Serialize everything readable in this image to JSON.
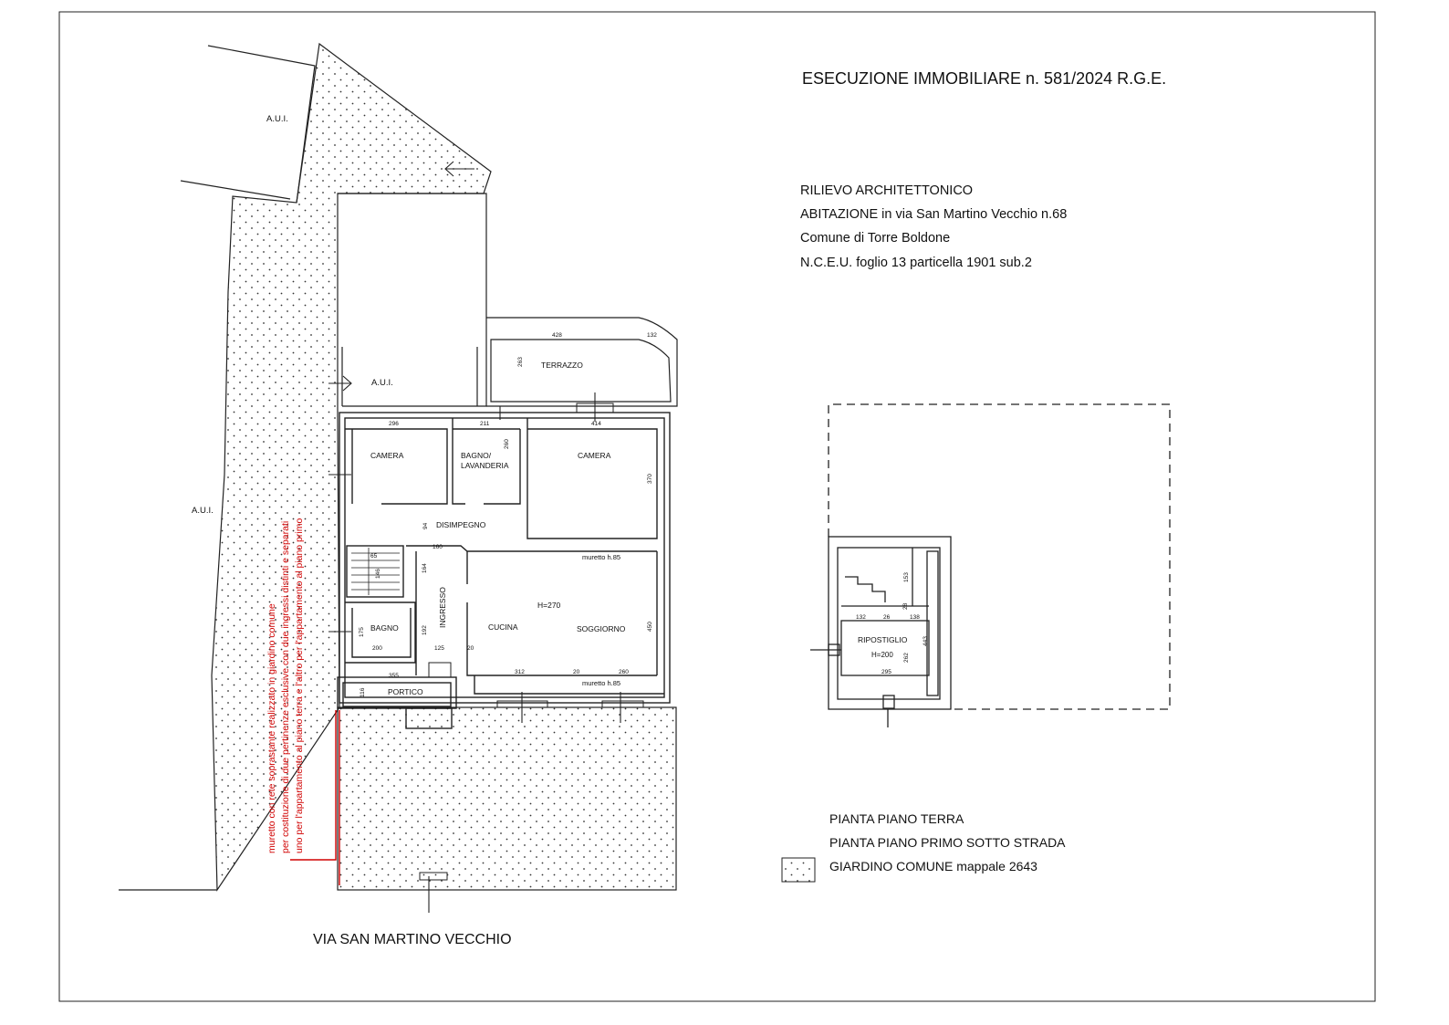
{
  "title": "ESECUZIONE IMMOBILIARE n. 581/2024 R.G.E.",
  "info": {
    "line1": "RILIEVO ARCHITETTONICO",
    "line2": "ABITAZIONE in via San Martino Vecchio n.68",
    "line3": "Comune di Torre Boldone",
    "line4": "N.C.E.U. foglio 13 particella 1901 sub.2"
  },
  "legend": {
    "ground_floor": "PIANTA PIANO TERRA",
    "first_floor": "PIANTA PIANO PRIMO SOTTO STRADA",
    "garden": "GIARDINO COMUNE mappale 2643"
  },
  "street": "VIA SAN MARTINO VECCHIO",
  "colors": {
    "line": "#222222",
    "note": "#d00000",
    "paper": "#ffffff"
  },
  "note_lines": [
    "muretto con rete soprastante realizzato in giardino comune",
    "per costituzione di due pertinenze esclusive con due ingressi distinti e separati",
    "uno per l'appartamento al piano terra e l'altro per l'appartamento al piano primo"
  ],
  "labels": {
    "aui_top": "A.U.I.",
    "aui_left": "A.U.I.",
    "aui_mid": "A.U.I.",
    "terrazzo": "TERRAZZO",
    "camera1": "CAMERA",
    "bagno_lav_1": "BAGNO/",
    "bagno_lav_2": "LAVANDERIA",
    "camera2": "CAMERA",
    "disimpegno": "DISIMPEGNO",
    "ingresso": "INGRESSO",
    "cucina": "CUCINA",
    "soggiorno": "SOGGIORNO",
    "height": "H=270",
    "bagno": "BAGNO",
    "portico": "PORTICO",
    "muretto1": "muretto h.85",
    "muretto2": "muretto h.85",
    "ripostiglio": "RIPOSTIGLIO",
    "height2": "H=200"
  },
  "dims": {
    "d428": "428",
    "d132": "132",
    "d263": "263",
    "d296": "296",
    "d211": "211",
    "d414": "414",
    "d260a": "260",
    "d370": "370",
    "d94": "94",
    "d160": "160",
    "d65": "65",
    "d146": "146",
    "d164": "164",
    "d175": "175",
    "d192": "192",
    "d200": "200",
    "d125": "125",
    "d20a": "20",
    "d355": "355",
    "d116": "116",
    "d312": "312",
    "d20b": "20",
    "d260b": "260",
    "d450": "450",
    "r153": "153",
    "r132": "132",
    "r26": "26",
    "r138": "138",
    "r28": "28",
    "r262": "262",
    "r443": "443",
    "r295": "295"
  }
}
